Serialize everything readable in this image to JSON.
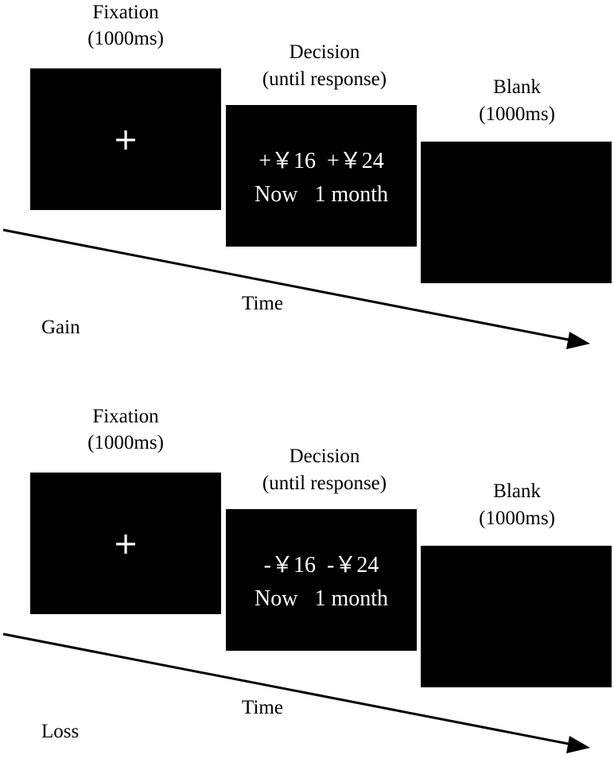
{
  "diagram": {
    "panels": [
      {
        "condition": "Gain",
        "fixation": {
          "title": "Fixation",
          "duration": "(1000ms)",
          "symbol": "+"
        },
        "decision": {
          "title": "Decision",
          "duration": "(until response)",
          "options_line": "+￥16  +￥24",
          "time_line": "Now   1 month"
        },
        "blank": {
          "title": "Blank",
          "duration": "(1000ms)"
        },
        "axis_label": "Time"
      },
      {
        "condition": "Loss",
        "fixation": {
          "title": "Fixation",
          "duration": "(1000ms)",
          "symbol": "+"
        },
        "decision": {
          "title": "Decision",
          "duration": "(until response)",
          "options_line": "-￥16  -￥24",
          "time_line": "Now   1 month"
        },
        "blank": {
          "title": "Blank",
          "duration": "(1000ms)"
        },
        "axis_label": "Time"
      }
    ]
  }
}
